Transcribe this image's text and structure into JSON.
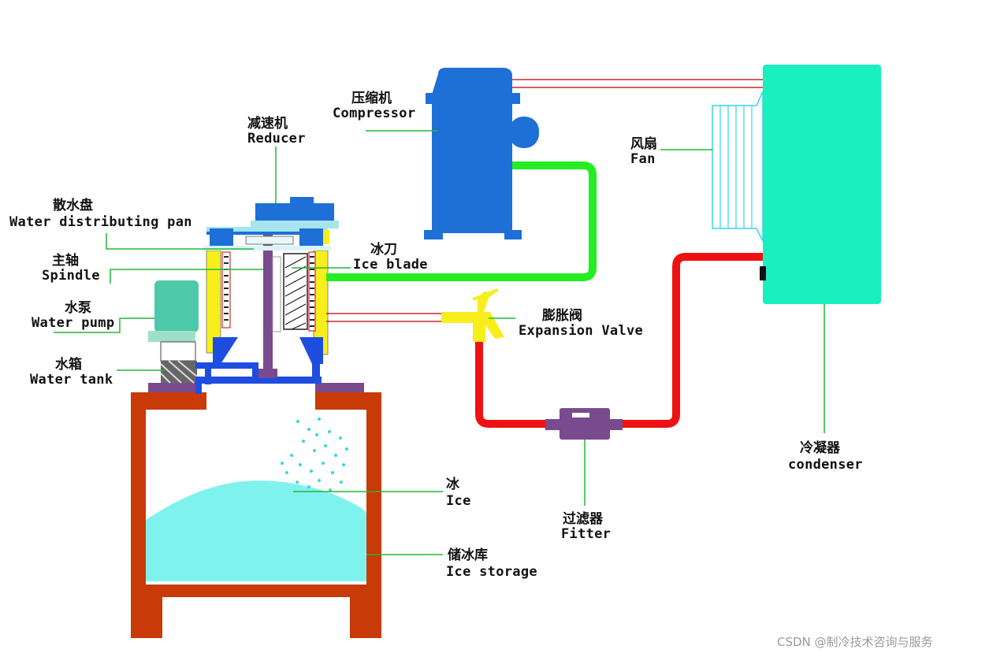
{
  "labels": {
    "compressor": {
      "cn": "压缩机",
      "en": "Compressor"
    },
    "reducer": {
      "cn": "减速机",
      "en": "Reducer"
    },
    "water_pan": {
      "cn": "散水盘",
      "en": "Water distributing pan"
    },
    "spindle": {
      "cn": "主轴",
      "en": "Spindle"
    },
    "water_pump": {
      "cn": "水泵",
      "en": "Water pump"
    },
    "water_tank": {
      "cn": "水箱",
      "en": "Water tank"
    },
    "ice_blade": {
      "cn": "冰刀",
      "en": "Ice blade"
    },
    "expansion_valve": {
      "cn": "膨胀阀",
      "en": "Expansion Valve"
    },
    "fan": {
      "cn": "风扇",
      "en": "Fan"
    },
    "condenser": {
      "cn": "冷凝器",
      "en": "condenser"
    },
    "ice": {
      "cn": "冰",
      "en": "Ice"
    },
    "ice_storage": {
      "cn": "储冰库",
      "en": "Ice storage"
    },
    "filter": {
      "cn": "过滤器",
      "en": "Fitter"
    }
  },
  "watermark": "CSDN @制冷技术咨询与服务",
  "colors": {
    "pipe_green": "#22ee22",
    "pipe_red": "#ee1111",
    "compressor_blue": "#1e6fd6",
    "condenser": "#1aefc0",
    "ice": "#80f2ee",
    "storage_frame": "#c83a08",
    "leader_line": "#1fb83a",
    "valve_yellow": "#f7ee1c",
    "filter_purple": "#7a4a8e"
  }
}
